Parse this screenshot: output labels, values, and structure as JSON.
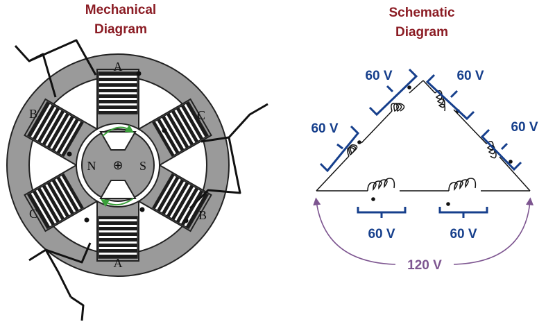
{
  "mechanical": {
    "title_line1": "Mechanical",
    "title_line2": "Diagram",
    "poles": {
      "top": "A",
      "bottom": "A",
      "upper_left": "B",
      "lower_right": "B",
      "upper_right": "C",
      "lower_left": "C"
    },
    "rotor": {
      "north": "N",
      "south": "S",
      "center_symbol": "⊕"
    }
  },
  "schematic": {
    "title_line1": "Schematic",
    "title_line2": "Diagram",
    "coil_voltages": [
      "60 V",
      "60 V",
      "60 V",
      "60 V",
      "60 V",
      "60 V"
    ],
    "total_voltage": "120 V"
  },
  "colors": {
    "title": "#8b1c24",
    "stator": "#9a9a9a",
    "bracket": "#163f8c",
    "arc": "#7d5590",
    "rotation_arrow": "#3aa03a"
  }
}
